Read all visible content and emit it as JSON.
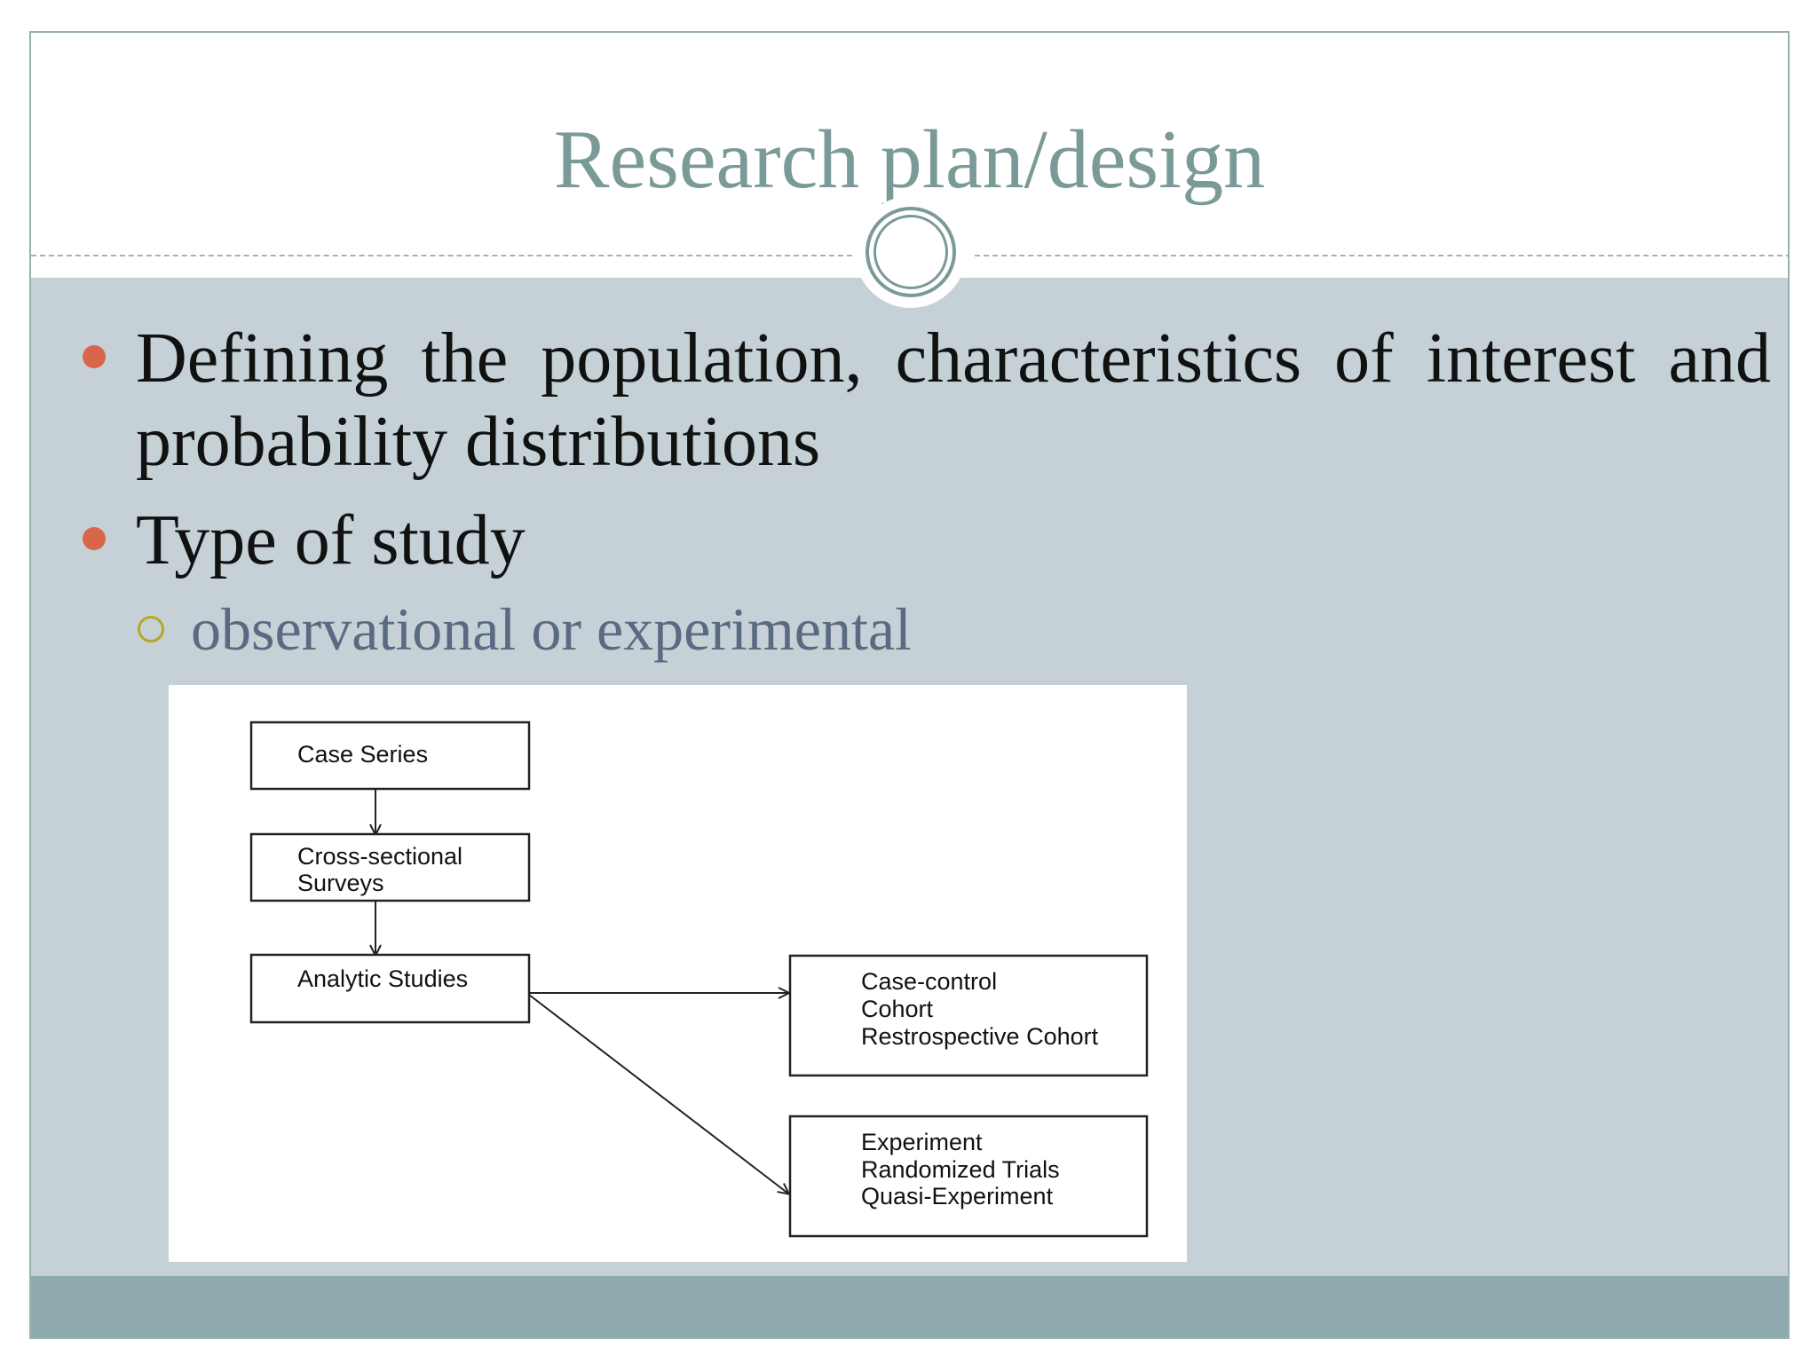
{
  "slide": {
    "title": "Research plan/design",
    "bullets": [
      {
        "text": "Defining the population, characteristics of interest and probability distributions"
      },
      {
        "text": "Type of study",
        "sub_items": [
          {
            "text": "observational or experimental"
          }
        ]
      }
    ]
  },
  "diagram": {
    "boxes": {
      "case_series": [
        "Case Series"
      ],
      "cross_sectional": [
        "Cross-sectional",
        "Surveys"
      ],
      "analytic": [
        "Analytic Studies"
      ],
      "observational_designs": [
        "Case-control",
        "Cohort",
        "Restrospective Cohort"
      ],
      "experimental_designs": [
        "Experiment",
        "Randomized Trials",
        "Quasi-Experiment"
      ]
    }
  },
  "colors": {
    "title": "#7a9a98",
    "content_background": "#c5d1d6",
    "footer_bar": "#8eaaae",
    "bullet_dot": "#d9664a",
    "sub_bullet_ring": "#b7a628",
    "sub_text": "#5a6a82"
  },
  "icons": {
    "ornament": "double-ring-icon",
    "bullet": "filled-dot-icon",
    "sub_bullet": "ring-icon"
  }
}
